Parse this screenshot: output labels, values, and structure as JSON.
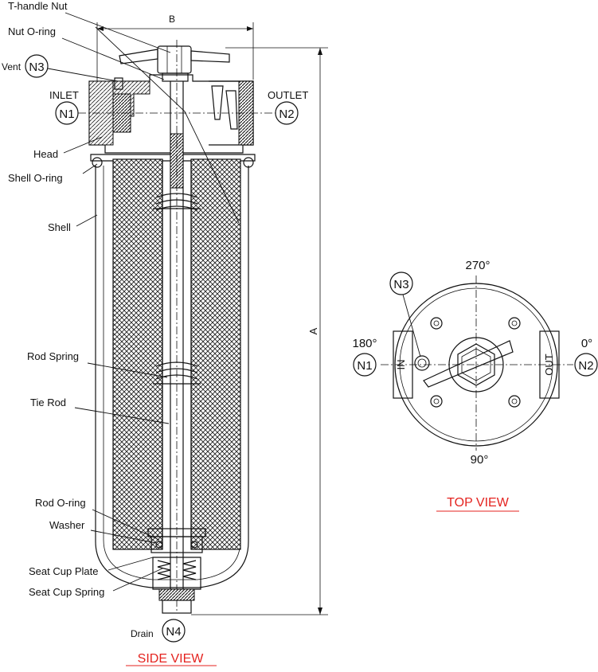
{
  "side_view": {
    "title": "SIDE VIEW",
    "dimensions": {
      "width_label": "B",
      "height_label": "A"
    },
    "labels": {
      "t_handle_nut": "T-handle Nut",
      "nut_o_ring": "Nut O-ring",
      "vent": "Vent",
      "inlet": "INLET",
      "outlet": "OUTLET",
      "head": "Head",
      "shell_o_ring": "Shell O-ring",
      "shell": "Shell",
      "rod_spring": "Rod Spring",
      "tie_rod": "Tie Rod",
      "rod_o_ring": "Rod O-ring",
      "washer": "Washer",
      "seat_cup_plate": "Seat Cup Plate",
      "seat_cup_spring": "Seat Cup Spring",
      "drain": "Drain"
    },
    "nozzles": {
      "vent": "N3",
      "inlet": "N1",
      "outlet": "N2",
      "drain": "N4"
    }
  },
  "top_view": {
    "title": "TOP VIEW",
    "angles": {
      "top": "270°",
      "left": "180°",
      "right": "0°",
      "bottom": "90°"
    },
    "port_labels": {
      "in": "IN",
      "out": "OUT"
    },
    "nozzles": {
      "vent": "N3",
      "inlet": "N1",
      "outlet": "N2"
    }
  },
  "colors": {
    "line": "#111111",
    "title": "#e4231f"
  }
}
